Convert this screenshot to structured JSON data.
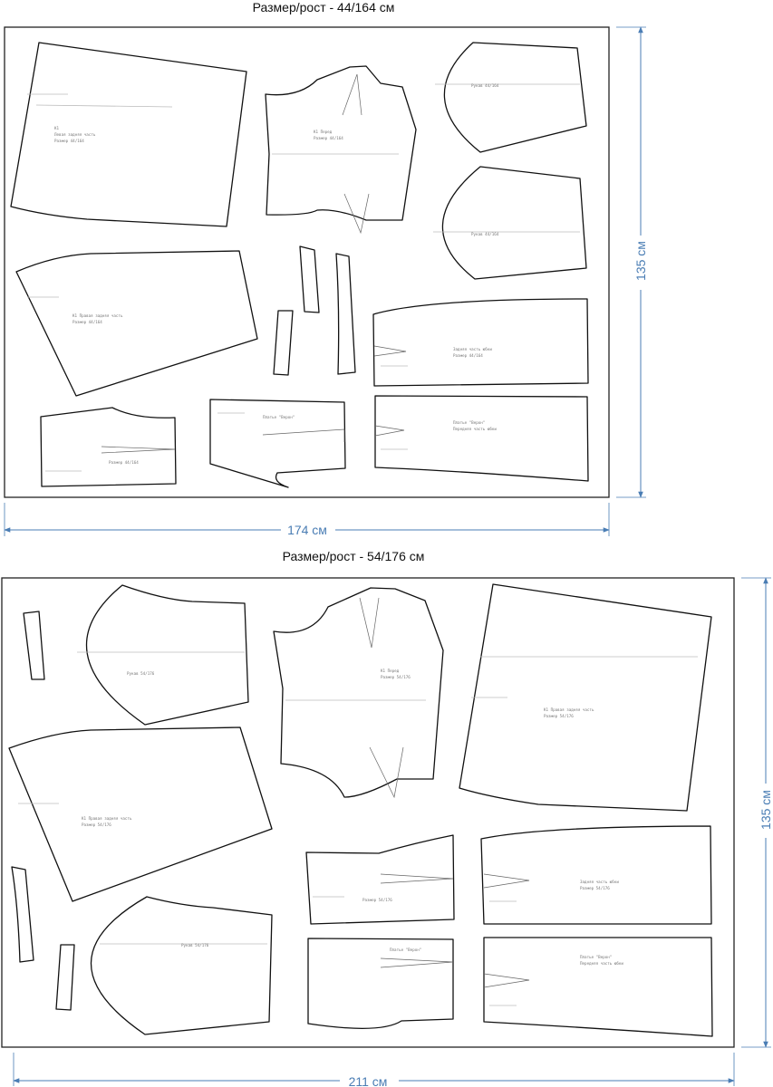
{
  "layouts": [
    {
      "title": "Размер/рост - 44/164 см",
      "width_label": "174 см",
      "height_label": "135 см"
    },
    {
      "title": "Размер/рост - 54/176 см",
      "width_label": "211 см",
      "height_label": "135 см"
    }
  ],
  "colors": {
    "dimension": "#4a7db4",
    "outline": "#111111",
    "frame": "#222222"
  }
}
